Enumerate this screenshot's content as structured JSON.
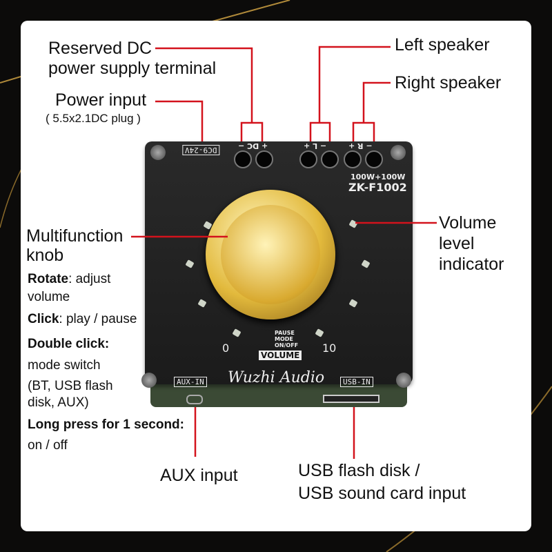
{
  "callouts": {
    "reserved_dc": [
      "Reserved DC",
      "power supply terminal"
    ],
    "power_input": "Power input",
    "power_input_note": "( 5.5x2.1DC plug )",
    "left_speaker": "Left speaker",
    "right_speaker": "Right speaker",
    "knob": [
      "Multifunction",
      "knob"
    ],
    "volume_indicator": [
      "Volume",
      "level",
      "indicator"
    ],
    "aux_input": "AUX input",
    "usb_input": [
      "USB flash disk /",
      "USB sound card input"
    ]
  },
  "knob_functions": [
    {
      "key": "Rotate",
      "text": ": adjust",
      "cont": "volume"
    },
    {
      "key": "Click",
      "text": ": play / pause"
    },
    {
      "key": "Double click",
      "text": ":",
      "cont": "mode switch",
      "cont2": "(BT, USB flash",
      "cont3": "disk, AUX)"
    },
    {
      "key": "Long press for 1 second",
      "text": ":",
      "cont": "on / off"
    }
  ],
  "board": {
    "dc_label": "DC9-24V",
    "dc_terminal": "+ DC −",
    "left_terminal": "− L +",
    "right_terminal": "− R +",
    "power_rating": "100W+100W",
    "model": "ZK-F1002",
    "scale_min": "0",
    "scale_max": "10",
    "legend": [
      "PAUSE",
      "MODE",
      "ON/OFF"
    ],
    "volume_label": "VOLUME",
    "brand": "Wuzhi Audio",
    "aux_label": "AUX-IN",
    "usb_label": "USB-IN"
  },
  "colors": {
    "callout_line": "#d3121c",
    "knob_gold": "#e2b93c"
  }
}
